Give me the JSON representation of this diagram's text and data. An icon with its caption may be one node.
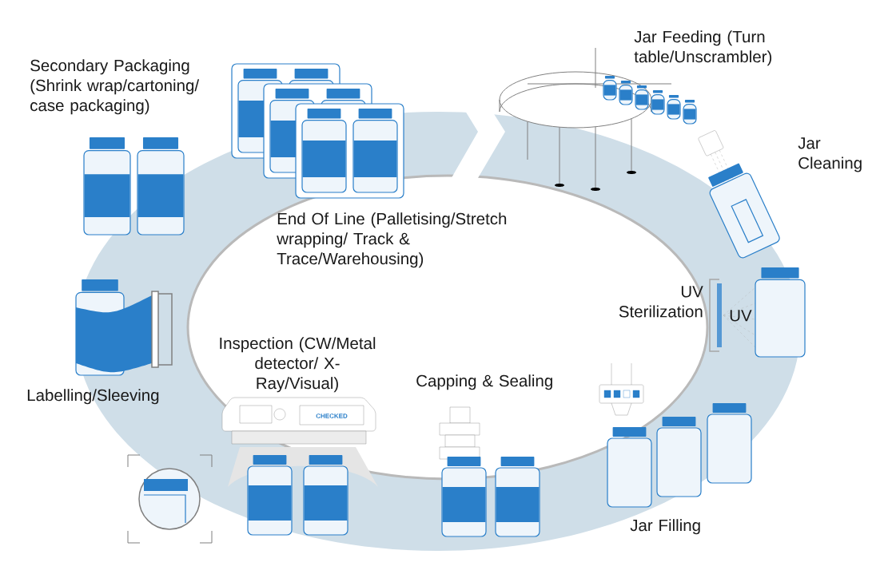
{
  "diagram": {
    "labels": [
      "Jar Feeding (Turn table/Unscrambler)",
      "Secondary Packaging (Shrink wrap/cartoning/ case packaging)",
      "Jar Cleaning",
      "End Of Line (Palletising/Stretch wrapping/ Track & Trace/Warehousing)",
      "UV Sterilization",
      "UV",
      "Inspection (CW/Metal detector/ X-Ray/Visual)",
      "Capping & Sealing",
      "Labelling/Sleeving",
      "CHECKED",
      "Jar Filling"
    ]
  }
}
